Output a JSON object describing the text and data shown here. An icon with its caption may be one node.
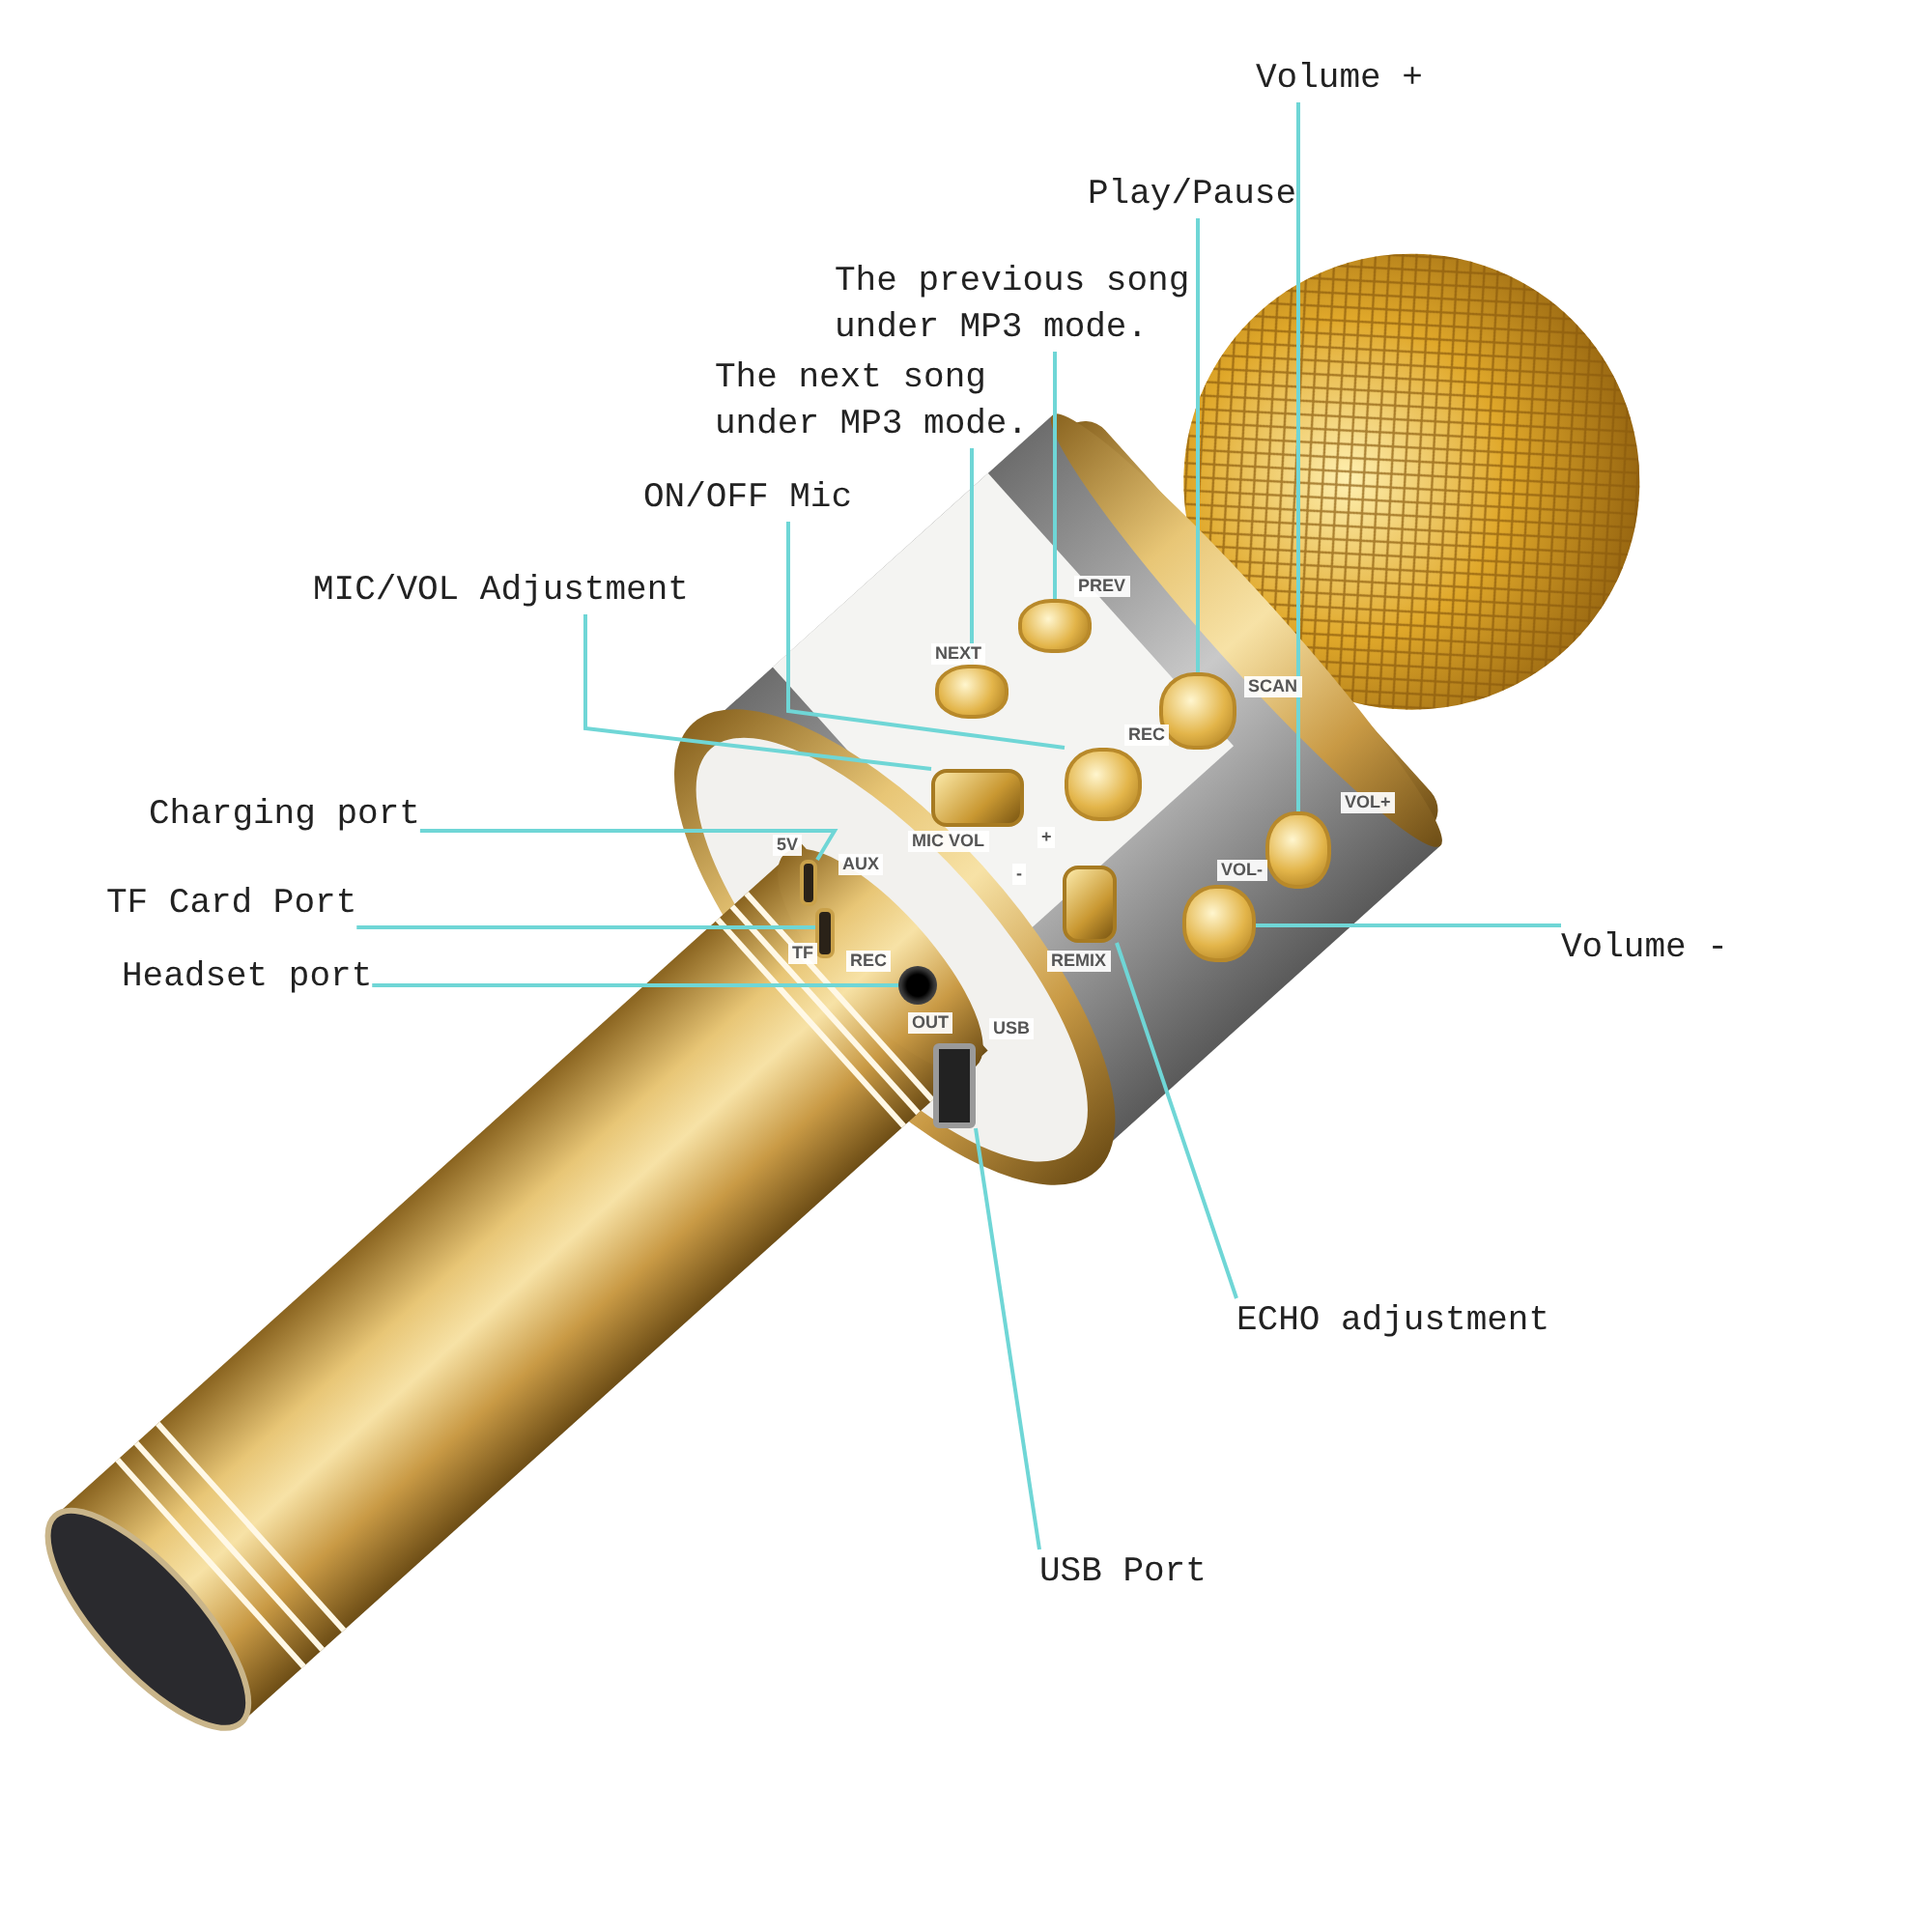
{
  "diagram": {
    "nodes": [
      {
        "text": [
          "Volume +"
        ]
      },
      {
        "text": [
          "Play/Pause"
        ]
      },
      {
        "text": [
          "The previous song under MP3 mode."
        ]
      },
      {
        "text": [
          "The next song under MP3 mode."
        ]
      },
      {
        "text": [
          "ON/OFF Mic"
        ]
      },
      {
        "text": [
          "MIC/VOL Adjustment"
        ]
      },
      {
        "text": [
          "Charging port"
        ]
      },
      {
        "text": [
          "TF Card Port"
        ]
      },
      {
        "text": [
          "Volume -"
        ]
      },
      {
        "text": [
          "Headset port"
        ]
      },
      {
        "text": [
          "ECHO adjustment"
        ]
      },
      {
        "text": [
          "USB Port"
        ]
      },
      {
        "text": [],
        "shape": "button",
        "beside": [
          "VOL+"
        ]
      },
      {
        "text": [],
        "shape": "button",
        "beside": [
          "SCAN"
        ]
      },
      {
        "text": [],
        "shape": "button",
        "beside": [
          "PREV"
        ]
      },
      {
        "text": [],
        "shape": "button",
        "beside": [
          "NEXT"
        ]
      },
      {
        "text": [],
        "shape": "button",
        "beside": [
          "REC"
        ]
      },
      {
        "text": [],
        "shape": "slider",
        "beside": [
          "MIC VOL"
        ]
      },
      {
        "text": [],
        "shape": "slot",
        "beside": [
          "5V"
        ]
      },
      {
        "text": [],
        "shape": "slot",
        "beside": [
          "TF"
        ]
      },
      {
        "text": [],
        "shape": "button",
        "beside": [
          "VOL-"
        ]
      },
      {
        "text": [],
        "shape": "jack",
        "beside": [
          "OUT"
        ]
      },
      {
        "text": [],
        "shape": "slider",
        "beside": [
          "REMIX"
        ]
      },
      {
        "text": [],
        "shape": "port",
        "beside": [
          "USB"
        ]
      }
    ],
    "edges": [
      {
        "from": 0,
        "to": 12,
        "arrow": "none"
      },
      {
        "from": 1,
        "to": 13,
        "arrow": "none"
      },
      {
        "from": 2,
        "to": 14,
        "arrow": "none"
      },
      {
        "from": 3,
        "to": 15,
        "arrow": "none"
      },
      {
        "from": 4,
        "to": 16,
        "arrow": "none"
      },
      {
        "from": 5,
        "to": 17,
        "arrow": "none"
      },
      {
        "from": 6,
        "to": 18,
        "arrow": "none"
      },
      {
        "from": 7,
        "to": 19,
        "arrow": "none"
      },
      {
        "from": 8,
        "to": 20,
        "arrow": "none"
      },
      {
        "from": 9,
        "to": 21,
        "arrow": "none"
      },
      {
        "from": 10,
        "to": 22,
        "arrow": "none"
      },
      {
        "from": 11,
        "to": 23,
        "arrow": "none"
      }
    ],
    "labels": [
      "+",
      "-",
      "AUX",
      "REC"
    ]
  }
}
